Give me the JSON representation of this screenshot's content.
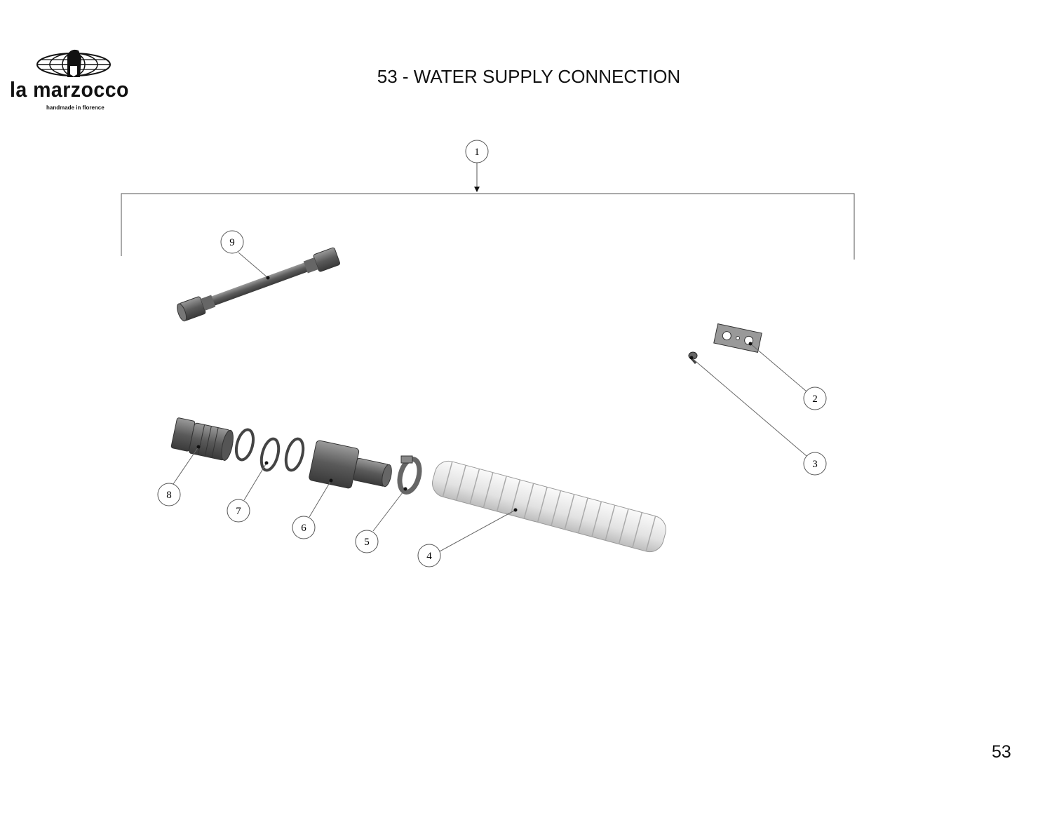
{
  "logo": {
    "brand": "la marzocco",
    "tagline": "handmade in florence"
  },
  "header": {
    "title": "53 - WATER SUPPLY CONNECTION"
  },
  "footer": {
    "page_number": "53"
  },
  "callouts": [
    "1",
    "2",
    "3",
    "4",
    "5",
    "6",
    "7",
    "8",
    "9"
  ]
}
